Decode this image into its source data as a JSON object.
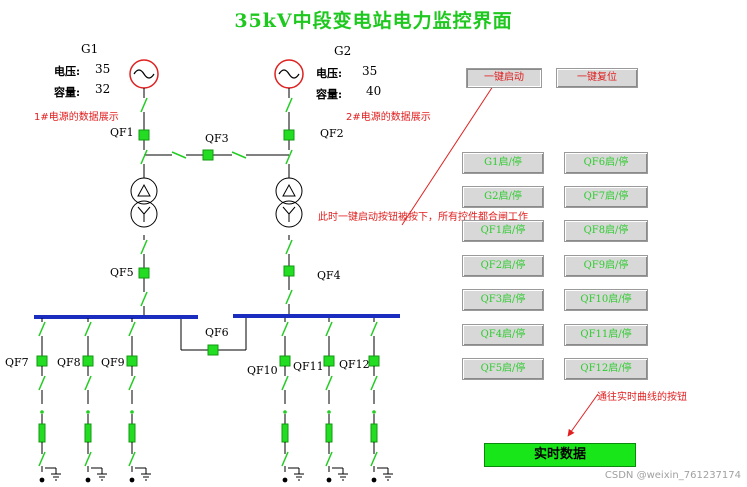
{
  "title": "35kV中段变电站电力监控界面",
  "generators": [
    {
      "name": "G1",
      "voltage_label": "电压:",
      "voltage": "35",
      "capacity_label": "容量:",
      "capacity": "32",
      "note": "1#电源的数据展示"
    },
    {
      "name": "G2",
      "voltage_label": "电压:",
      "voltage": "35",
      "capacity_label": "容量:",
      "capacity": "40",
      "note": "2#电源的数据展示"
    }
  ],
  "switches": {
    "qf1": "QF1",
    "qf2": "QF2",
    "qf3": "QF3",
    "qf4": "QF4",
    "qf5": "QF5",
    "qf6": "QF6",
    "qf7": "QF7",
    "qf8": "QF8",
    "qf9": "QF9",
    "qf10": "QF10",
    "qf11": "QF11",
    "qf12": "QF12"
  },
  "top_buttons": {
    "start_all": "一键启动",
    "reset_all": "一键复位"
  },
  "control_buttons": {
    "left": [
      "G1启/停",
      "G2启/停",
      "QF1启/停",
      "QF2启/停",
      "QF3启/停",
      "QF4启/停",
      "QF5启/停"
    ],
    "right": [
      "QF6启/停",
      "QF7启/停",
      "QF8启/停",
      "QF9启/停",
      "QF10启/停",
      "QF11启/停",
      "QF12启/停"
    ]
  },
  "annotations": {
    "start_note": "此时一键启动按钮被按下，所有控件都合闸工作",
    "realtime_note": "通往实时曲线的按钮"
  },
  "realtime_button": "实时数据",
  "watermark": "CSDN @weixin_761237174",
  "colors": {
    "title": "#1ec81e",
    "breaker_on": "#22dd22",
    "bus": "#1a2dbf",
    "annotation": "#e02020",
    "button_text": "#2ecc2e"
  }
}
